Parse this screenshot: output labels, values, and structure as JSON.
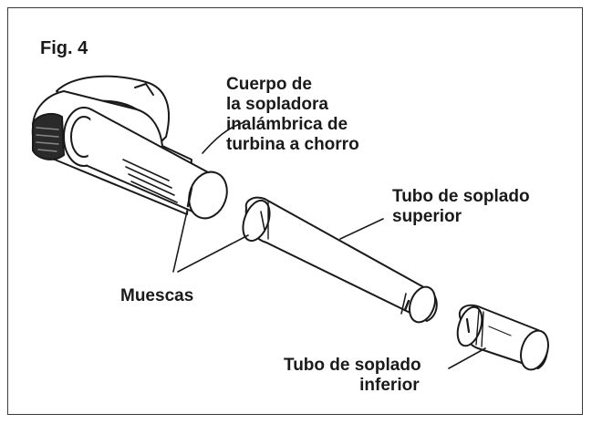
{
  "figure": {
    "title": "Fig. 4"
  },
  "labels": {
    "blower_body": [
      "Cuerpo de",
      "la sopladora",
      "inalámbrica de",
      "turbina a chorro"
    ],
    "upper_tube": [
      "Tubo de soplado",
      "superior"
    ],
    "notches": "Muescas",
    "lower_tube": [
      "Tubo de soplado",
      "inferior"
    ]
  }
}
